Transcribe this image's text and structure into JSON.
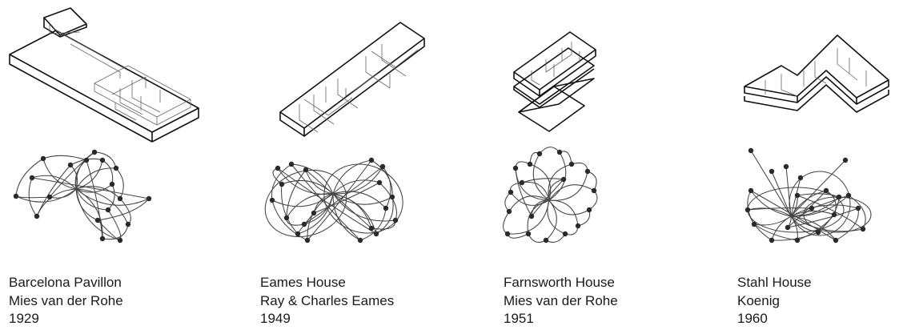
{
  "houses": [
    {
      "name": "Barcelona Pavillon",
      "architect": "Mies van der Rohe",
      "year": "1929"
    },
    {
      "name": "Eames House",
      "architect": "Ray & Charles Eames",
      "year": "1949"
    },
    {
      "name": "Farnsworth House",
      "architect": "Mies van der Rohe",
      "year": "1951"
    },
    {
      "name": "Stahl House",
      "architect": "Koenig",
      "year": "1960"
    }
  ]
}
